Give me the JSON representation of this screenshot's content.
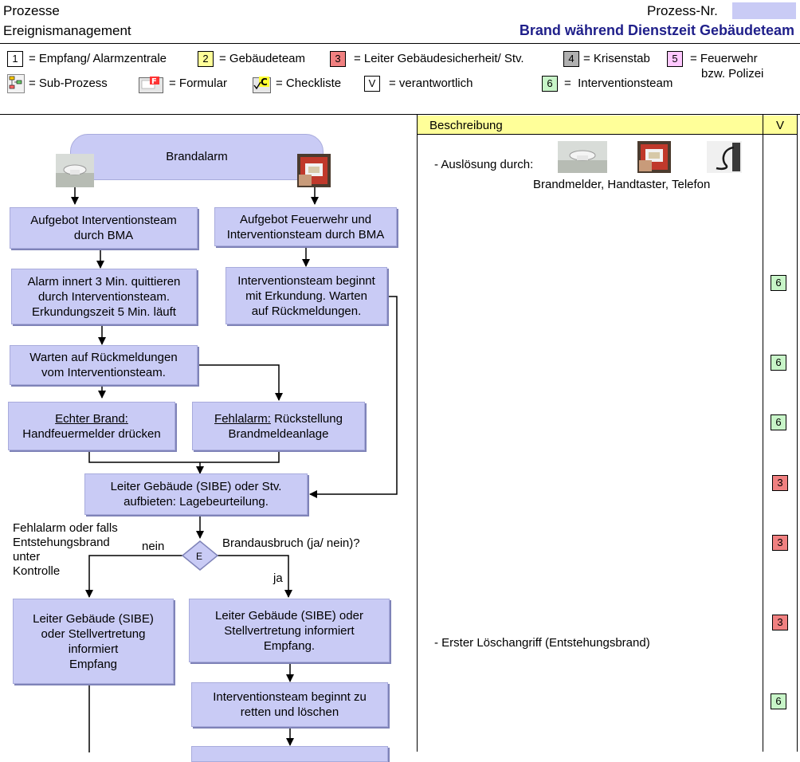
{
  "header": {
    "left_line1": "Prozesse",
    "left_line2": "Ereignismanagement",
    "prozess_nr_label": "Prozess-Nr.",
    "title": "Brand während Dienstzeit Gebäudeteam"
  },
  "legend": {
    "items": [
      {
        "badge": "1",
        "label": "= Empfang/ Alarmzentrale"
      },
      {
        "badge": "2",
        "label": "= Gebäudeteam"
      },
      {
        "badge": "3",
        "label": "= Leiter Gebäudesicherheit/ Stv."
      },
      {
        "badge": "4",
        "label": "= Krisenstab"
      },
      {
        "badge": "5",
        "label_line1": "= Feuerwehr",
        "label_line2": "bzw. Polizei"
      },
      {
        "icon": "sub-process-icon",
        "label": "= Sub-Prozess"
      },
      {
        "icon": "form-icon",
        "label": "= Formular"
      },
      {
        "icon": "checklist-icon",
        "label": "= Checkliste"
      },
      {
        "badge": "V",
        "label": "= verantwortlich"
      },
      {
        "badge": "6",
        "label": "=  Interventionsteam"
      }
    ]
  },
  "flow": {
    "start": "Brandalarm",
    "left1_l1": "Aufgebot Interventionsteam",
    "left1_l2": "durch BMA",
    "right1_l1": "Aufgebot Feuerwehr und",
    "right1_l2": "Interventionsteam durch BMA",
    "left2_l1": "Alarm innert 3 Min. quittieren",
    "left2_l2": "durch Interventionsteam.",
    "left2_l3": "Erkundungszeit 5 Min. läuft",
    "right2_l1": "Interventionsteam beginnt",
    "right2_l2": "mit Erkundung. Warten",
    "right2_l3": "auf Rückmeldungen.",
    "wait_l1": "Warten auf Rückmeldungen",
    "wait_l2": "vom Interventionsteam.",
    "echt_title": "Echter Brand:",
    "echt_text": "Handfeuermelder drücken",
    "fehl_title": "Fehlalarm:",
    "fehl_text": " Rückstellung",
    "fehl_l2": "Brandmeldeanlage",
    "leiter_l1": "Leiter Gebäude (SIBE) oder Stv.",
    "leiter_l2": "aufbieten: Lagebeurteilung.",
    "decision": "E",
    "question": "Brandausbruch (ja/ nein)?",
    "nein": "nein",
    "ja": "ja",
    "note_l1": "Fehlalarm oder falls",
    "note_l2": "Entstehungsbrand",
    "note_l3": "unter",
    "note_l4": "Kontrolle",
    "nein_box_l1": "Leiter Gebäude (SIBE)",
    "nein_box_l2": "oder Stellvertretung",
    "nein_box_l3": "informiert",
    "nein_box_l4": "Empfang",
    "ja_box_l1": "Leiter Gebäude (SIBE) oder",
    "ja_box_l2": "Stellvertretung informiert",
    "ja_box_l3": "Empfang.",
    "rescue_l1": "Interventionsteam beginnt zu",
    "rescue_l2": "retten und löschen"
  },
  "description": {
    "header": "Beschreibung",
    "v_header": "V",
    "trigger": "- Auslösung durch:",
    "trigger_caption": "Brandmelder, Handtaster, Telefon",
    "first_attack": "- Erster Löschangriff (Entstehungsbrand)"
  },
  "responsibility": {
    "badges": [
      "6",
      "6",
      "6",
      "3",
      "3",
      "3",
      "6"
    ]
  },
  "colors": {
    "box_fill": "#c9cbf5",
    "header_band": "#ffff99",
    "title": "#1f1f8a"
  }
}
